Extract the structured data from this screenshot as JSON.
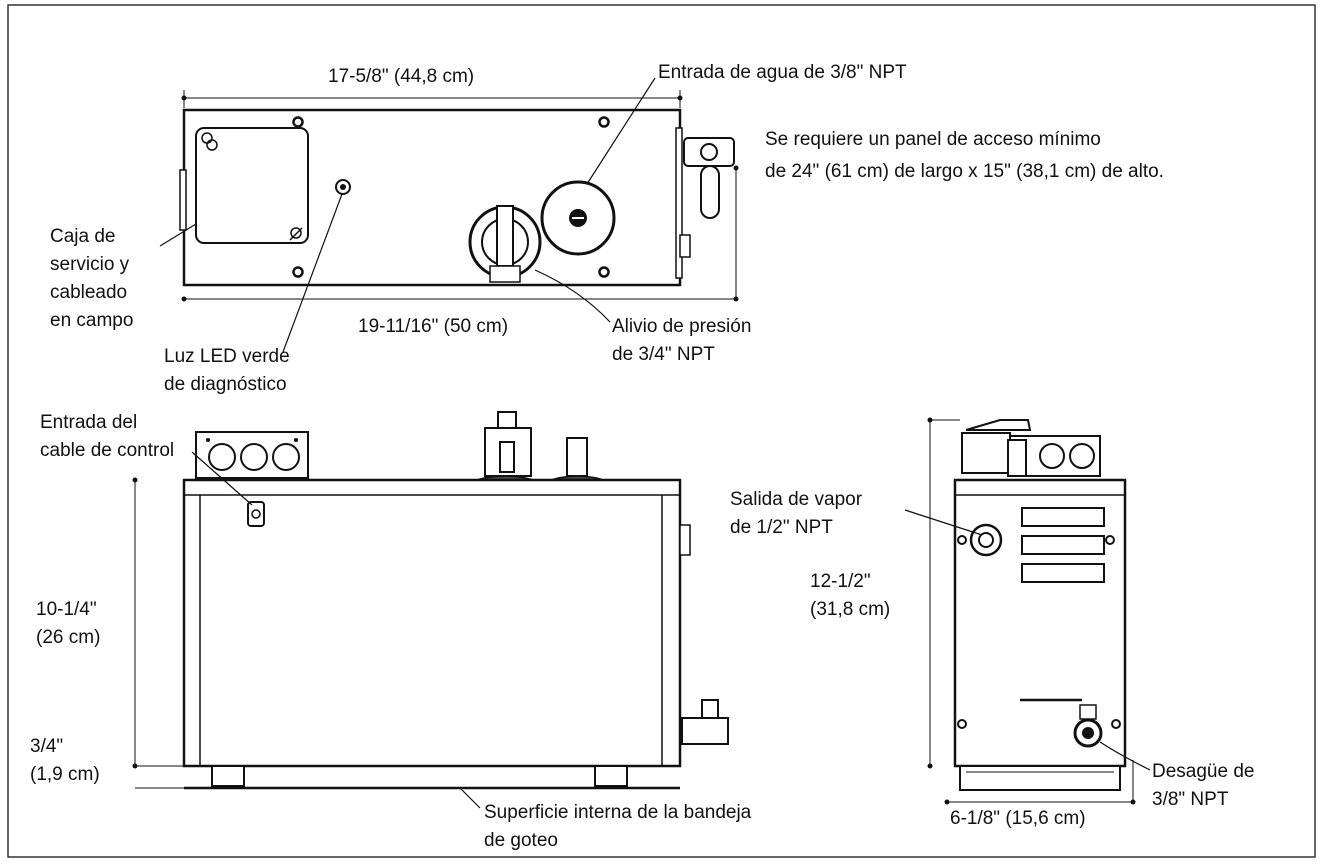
{
  "labels": {
    "top_width_dim": "17-5/8\" (44,8 cm)",
    "water_inlet": "Entrada de agua de 3/8\" NPT",
    "access_panel_line1": "Se requiere un panel de acceso mínimo",
    "access_panel_line2": "de 24\" (61 cm) de largo x 15\" (38,1 cm) de alto.",
    "service_box": [
      "Caja de",
      "servicio y",
      "cableado",
      "en campo"
    ],
    "top_length_dim": "19-11/16\" (50 cm)",
    "pressure_relief": [
      "Alivio de presión",
      "de 3/4\" NPT"
    ],
    "led": [
      "Luz LED verde",
      "de diagnóstico"
    ],
    "control_cable": [
      "Entrada del",
      "cable de control"
    ],
    "height_dim": [
      "10-1/4\"",
      "(26 cm)"
    ],
    "foot_dim": [
      "3/4\"",
      "(1,9 cm)"
    ],
    "drip_tray": [
      "Superficie interna de la bandeja",
      "de goteo"
    ],
    "steam_outlet": [
      "Salida de vapor",
      "de 1/2\" NPT"
    ],
    "side_height_dim": [
      "12-1/2\"",
      "(31,8 cm)"
    ],
    "drain": [
      "Desagüe de",
      "3/8\" NPT"
    ],
    "side_width_dim": "6-1/8\" (15,6 cm)"
  }
}
